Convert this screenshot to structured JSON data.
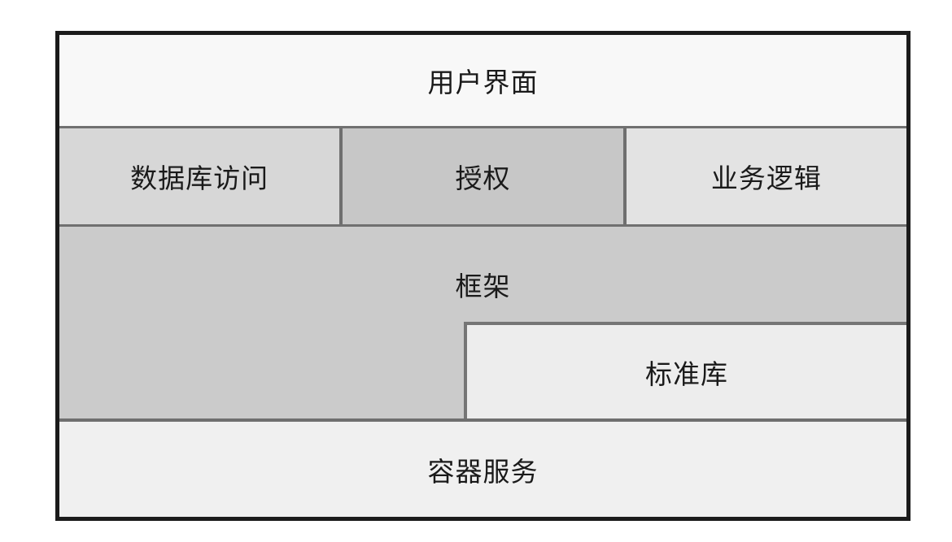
{
  "diagram": {
    "blocks": {
      "user_interface": {
        "label": "用户界面"
      },
      "database_access": {
        "label": "数据库访问"
      },
      "authorization": {
        "label": "授权"
      },
      "business_logic": {
        "label": "业务逻辑"
      },
      "framework": {
        "label": "框架"
      },
      "standard_library": {
        "label": "标准库"
      },
      "container_services": {
        "label": "容器服务"
      }
    },
    "palette": {
      "outer_border": "#1b1b1b",
      "divider": "#707070",
      "text": "#1a1a1a",
      "fills": {
        "user_interface": "#f8f8f8",
        "database_access": "#d7d7d7",
        "authorization": "#c7c7c7",
        "business_logic": "#e3e3e3",
        "framework": "#cbcbcb",
        "standard_library": "#ededed",
        "container_services": "#f0f0f0"
      }
    }
  }
}
